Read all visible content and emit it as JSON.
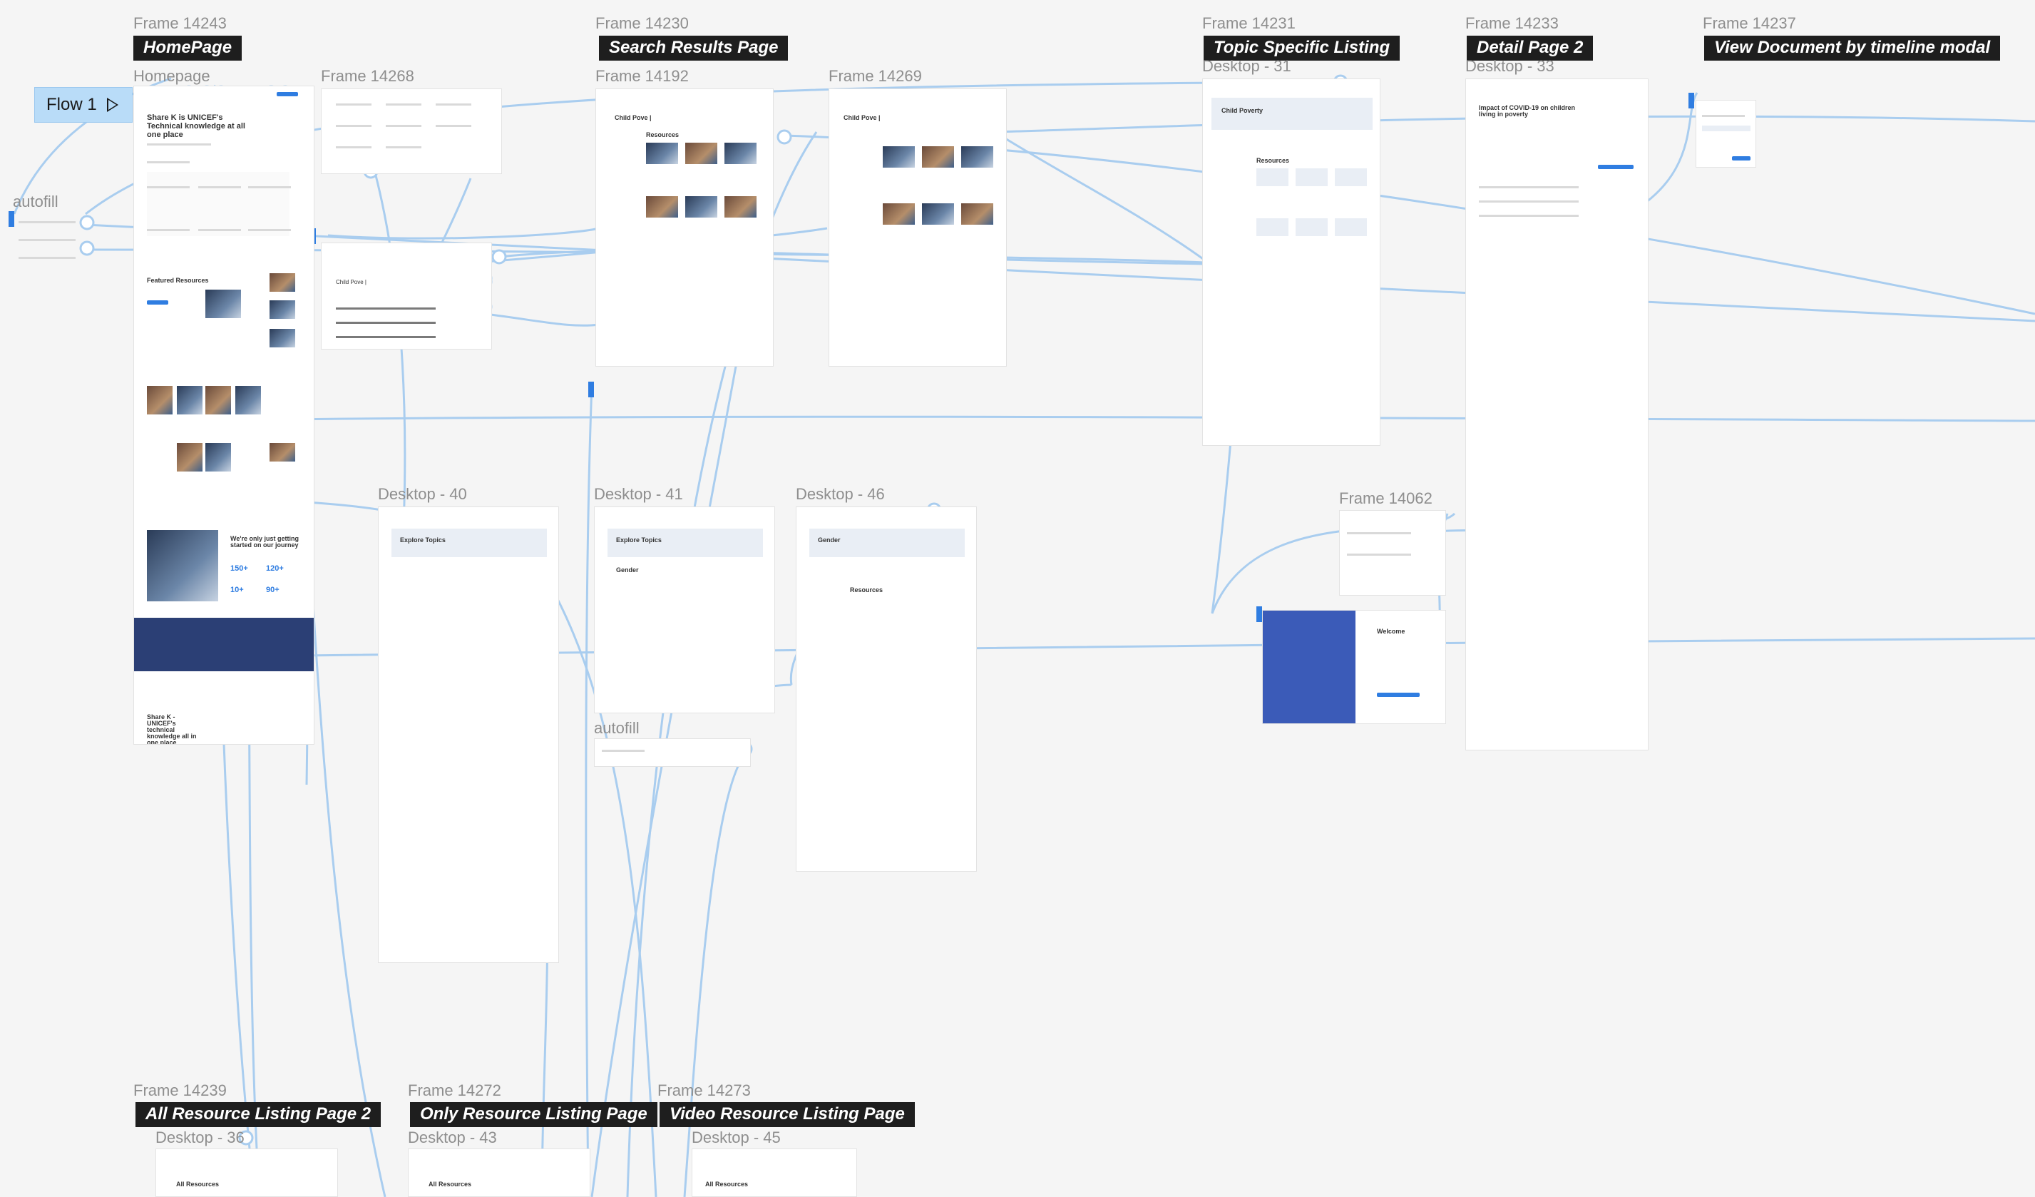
{
  "flow": {
    "label": "Flow 1"
  },
  "frame_labels": {
    "f14243": "Frame 14243",
    "f14230": "Frame 14230",
    "f14231": "Frame 14231",
    "f14233": "Frame 14233",
    "f14237": "Frame 14237",
    "f14268": "Frame 14268",
    "f14192": "Frame 14192",
    "f14269": "Frame 14269",
    "f14062": "Frame 14062",
    "f14239": "Frame 14239",
    "f14272": "Frame 14272",
    "f14273": "Frame 14273"
  },
  "section_tags": {
    "home": "HomePage",
    "search": "Search Results Page",
    "topic": "Topic Specific Listing",
    "detail": "Detail Page 2",
    "timeline": "View Document by timeline modal",
    "all_resource": "All Resource Listing Page 2",
    "only_resource": "Only Resource Listing Page",
    "video_resource": "Video Resource Listing Page"
  },
  "sub_labels": {
    "homepage": "Homepage",
    "autofill_left": "autofill",
    "autofill_mid": "autofill",
    "desktop31": "Desktop - 31",
    "desktop33": "Desktop - 33",
    "desktop40": "Desktop - 40",
    "desktop41": "Desktop - 41",
    "desktop46": "Desktop - 46",
    "desktop36": "Desktop - 36",
    "desktop43": "Desktop - 43",
    "desktop45": "Desktop - 45"
  },
  "mini": {
    "hero_text": "Share K is UNICEF's Technical knowledge at all one place",
    "featured": "Featured Resources",
    "journey": "We're only just getting started on our journey",
    "stat1": "150+",
    "stat2": "120+",
    "stat3": "10+",
    "stat4": "90+",
    "footer_brand": "Share K - UNICEF's technical knowledge all in one place",
    "child_poverty": "Child Poverty",
    "child_pove_q": "Child Pove |",
    "resources": "Resources",
    "explore": "Explore Topics",
    "gender": "Gender",
    "detail_title": "Impact of COVID-19 on children living in poverty",
    "welcome": "Welcome",
    "all_resources": "All Resources"
  }
}
